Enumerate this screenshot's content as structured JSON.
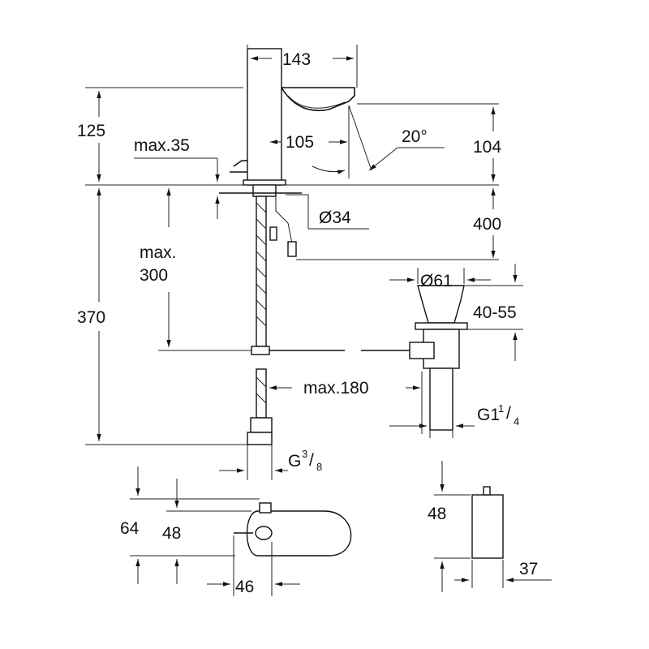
{
  "drawing": {
    "dimensions": {
      "width_top": "143",
      "height_spout": "125",
      "max_deck": "max.35",
      "spout_reach": "105",
      "angle": "20°",
      "outlet_height": "104",
      "hole_diameter": "Ø34",
      "cable_length": "400",
      "max_300_line1": "max.",
      "max_300_line2": "300",
      "total_height": "370",
      "drain_diameter": "Ø61",
      "drain_range": "40-55",
      "max_180": "max.180",
      "drain_thread_main": "G1",
      "drain_thread_num": "1",
      "drain_thread_den": "4",
      "supply_thread_main": "G",
      "supply_thread_num": "3",
      "supply_thread_den": "8",
      "plan_64": "64",
      "plan_48": "48",
      "plan_46": "46",
      "box_48": "48",
      "box_37": "37"
    }
  }
}
